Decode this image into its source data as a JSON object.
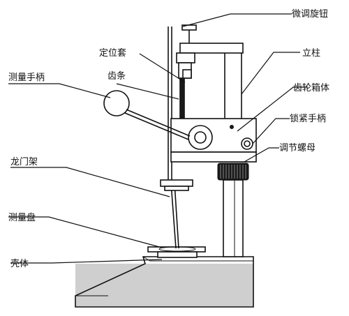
{
  "labels": {
    "fine_knob": "微调旋钮",
    "column": "立柱",
    "positioning_sleeve": "定位套",
    "measuring_handle": "测量手柄",
    "rack": "齿条",
    "gearbox": "齿轮箱体",
    "lock_handle": "锁紧手柄",
    "adjusting_nut": "调节螺母",
    "gantry_frame": "龙门架",
    "measuring_plate": "测量盘",
    "housing": "壳体"
  }
}
